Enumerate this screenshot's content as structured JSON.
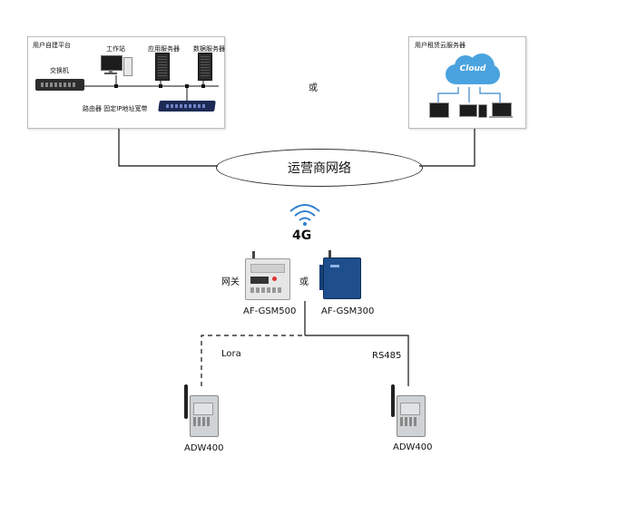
{
  "self_platform": {
    "title": "用户自建平台",
    "switch": "交换机",
    "workstation": "工作站",
    "app_server": "应用服务器",
    "data_server": "数据服务器",
    "router": "路由器 固定IP地址宽带"
  },
  "or_top": "或",
  "cloud_platform": {
    "title": "用户租赁云服务器",
    "cloud_label": "Cloud"
  },
  "network": "运营商网络",
  "signal": "4G",
  "gateway": {
    "label": "网关",
    "or": "或",
    "model_a": "AF-GSM500",
    "model_b": "AF-GSM300"
  },
  "links": {
    "left": "Lora",
    "right": "RS485"
  },
  "devices": {
    "left": "ADW400",
    "right": "ADW400"
  },
  "colors": {
    "cloud_blue": "#4aa3df",
    "gateway_blue": "#1f4e8c",
    "wifi_blue": "#2f7fd0",
    "meter_gray": "#cfd3d6"
  }
}
